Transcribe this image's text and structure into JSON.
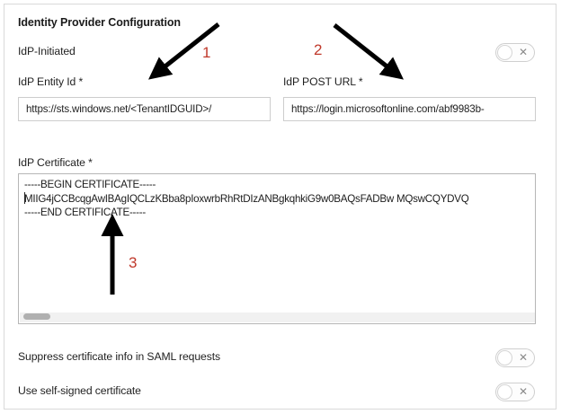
{
  "section": {
    "title": "Identity Provider Configuration"
  },
  "fields": {
    "idp_initiated": {
      "label": "IdP-Initiated",
      "toggle_state": "off",
      "toggle_icon": "close-x-icon"
    },
    "entity_id": {
      "label": "IdP Entity Id *",
      "value": "https://sts.windows.net/<TenantIDGUID>/"
    },
    "post_url": {
      "label": "IdP POST URL *",
      "value": "https://login.microsoftonline.com/abf9983b-"
    },
    "certificate": {
      "label": "IdP Certificate *",
      "value": "-----BEGIN CERTIFICATE-----\nMIIG4jCCBcqgAwIBAgIQCLzKBba8pIoxwrbRhRtDIzANBgkqhkiG9w0BAQsFADBw MQswCQYDVQ\n-----END CERTIFICATE-----"
    },
    "suppress_cert_info": {
      "label": "Suppress certificate info in SAML requests",
      "toggle_state": "off",
      "toggle_icon": "close-x-icon"
    },
    "self_signed_cert": {
      "label": "Use self-signed certificate",
      "toggle_state": "off",
      "toggle_icon": "close-x-icon"
    }
  },
  "annotations": {
    "color": "#c0392b",
    "items": [
      {
        "number": "1",
        "points_to": "entity-id-input"
      },
      {
        "number": "2",
        "points_to": "post-url-input"
      },
      {
        "number": "3",
        "points_to": "certificate-textarea"
      }
    ]
  },
  "toggle_x_glyph": "✕"
}
